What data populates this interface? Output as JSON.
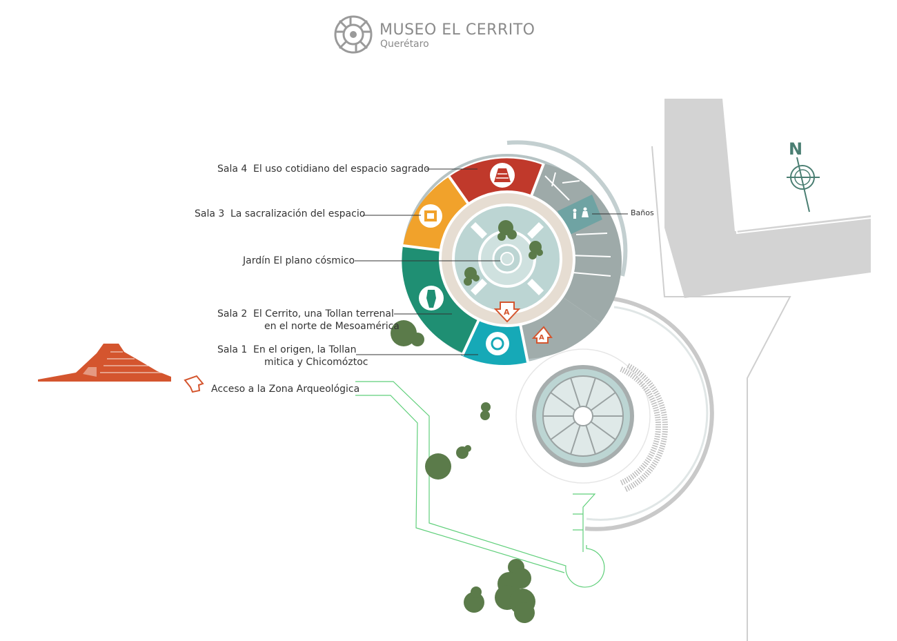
{
  "header": {
    "title": "MUSEO EL CERRITO",
    "subtitle": "Querétaro"
  },
  "compass": {
    "label": "N"
  },
  "halls": [
    {
      "number": "Sala 4",
      "name": "El uso cotidiano del espacio sagrado",
      "color": "#c0392b",
      "icon": "pyramid-icon"
    },
    {
      "number": "Sala 3",
      "name": "La sacralización del espacio",
      "color": "#f1a22b",
      "icon": "glyph-icon"
    },
    {
      "number": "",
      "name": "Jardín El plano cósmico",
      "color": "#bcd5d3",
      "icon": "garden"
    },
    {
      "number": "Sala 2",
      "name_line1": "El Cerrito, una Tollan terrenal",
      "name_line2": "en el norte de Mesoamérica",
      "color": "#1f8f73",
      "icon": "sculpture-icon"
    },
    {
      "number": "Sala 1",
      "name_line1": "En el origen, la Tollan",
      "name_line2": "mitica y Chicomóztoc",
      "color": "#16a9b7",
      "icon": "shell-icon"
    }
  ],
  "services": {
    "restrooms": "Baños"
  },
  "access": {
    "label": "Acceso a la Zona Arqueológica",
    "entrance_marker": "A"
  },
  "colors": {
    "sala4": "#c0392b",
    "sala3": "#f1a22b",
    "sala2": "#1f8f73",
    "sala1": "#16a9b7",
    "service": "#9eaaa9",
    "restrooms": "#6fa3a3",
    "garden_ring": "#e6ddd2",
    "garden": "#bcd5d3",
    "trees": "#5b7b4a",
    "path": "#5fcf7a",
    "access_orange": "#d4552e",
    "building": "#d3d3d3"
  }
}
